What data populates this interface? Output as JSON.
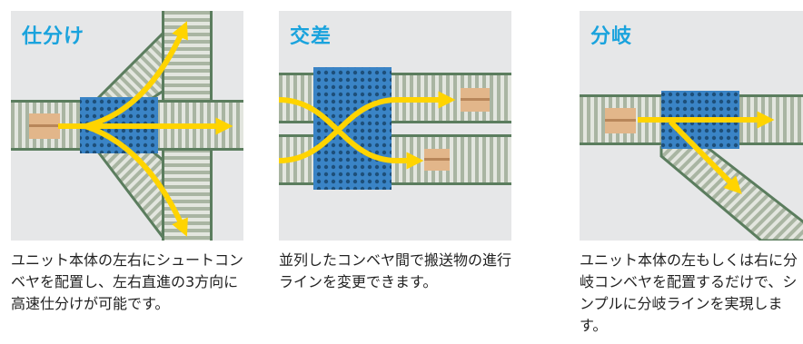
{
  "colors": {
    "belt_frame": "#5b7d5e",
    "belt_slat": "#a9b5a2",
    "unit": "#3a84c6",
    "unit_dot": "#1d4f7a",
    "arrow": "#ffd400",
    "box": "#e2b68a",
    "title": "#1aa3dd",
    "background": "#e6e7e8"
  },
  "panels": [
    {
      "title": "仕分け",
      "description": "ユニット本体の左右にシュートコンベヤを配置し、左右直進の3方向に高速仕分けが可能です。"
    },
    {
      "title": "交差",
      "description": "並列したコンベヤ間で搬送物の進行ラインを変更できます。"
    },
    {
      "title": "分岐",
      "description": "ユニット本体の左もしくは右に分岐コンベヤを配置するだけで、シンプルに分岐ラインを実現します。"
    }
  ]
}
